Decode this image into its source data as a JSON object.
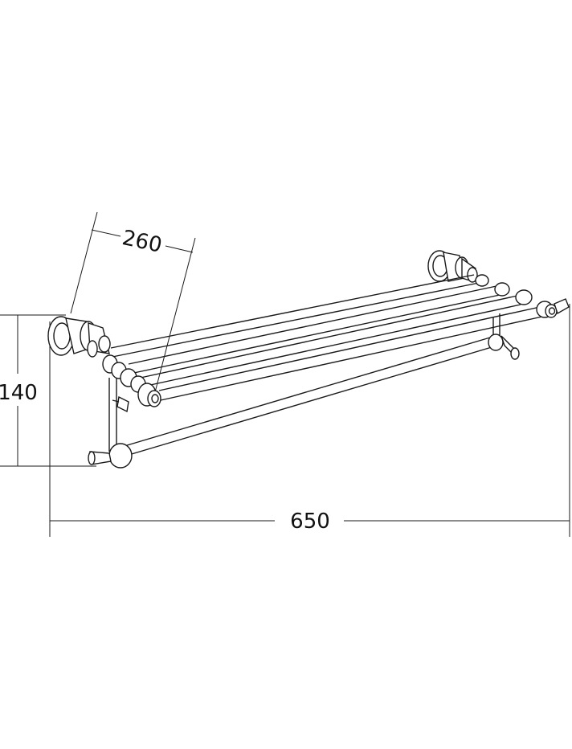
{
  "drawing": {
    "stroke_color": "#1a1a1a",
    "background": "#ffffff",
    "dimensions": {
      "width": "650",
      "height": "140",
      "depth": "260"
    }
  }
}
